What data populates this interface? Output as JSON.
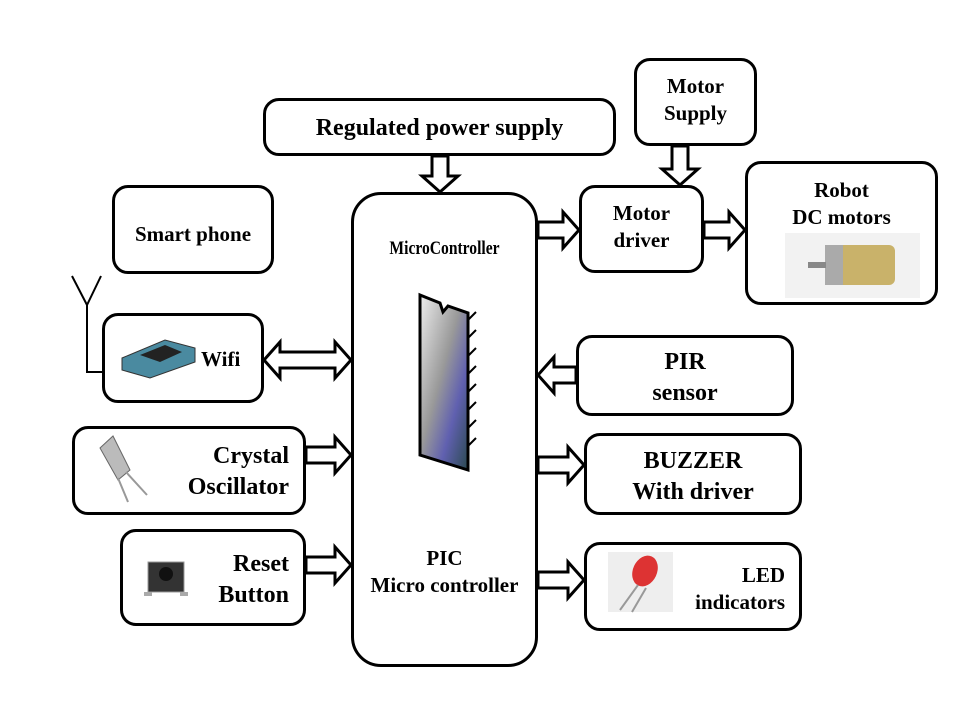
{
  "blocks": {
    "power": "Regulated power supply",
    "motor_supply": [
      "Motor",
      "Supply"
    ],
    "smart_phone": "Smart phone",
    "mcu_title": "MicroController",
    "mcu_label": [
      "PIC",
      "Micro controller"
    ],
    "motor_driver": [
      "Motor",
      "driver"
    ],
    "robot": [
      "Robot",
      "DC motors"
    ],
    "wifi": "Wifi",
    "pir": [
      "PIR",
      "sensor"
    ],
    "crystal": [
      "Crystal",
      "Oscillator"
    ],
    "buzzer": [
      "BUZZER",
      "With driver"
    ],
    "reset": [
      "Reset",
      "Button"
    ],
    "led": [
      "LED",
      "indicators"
    ]
  }
}
